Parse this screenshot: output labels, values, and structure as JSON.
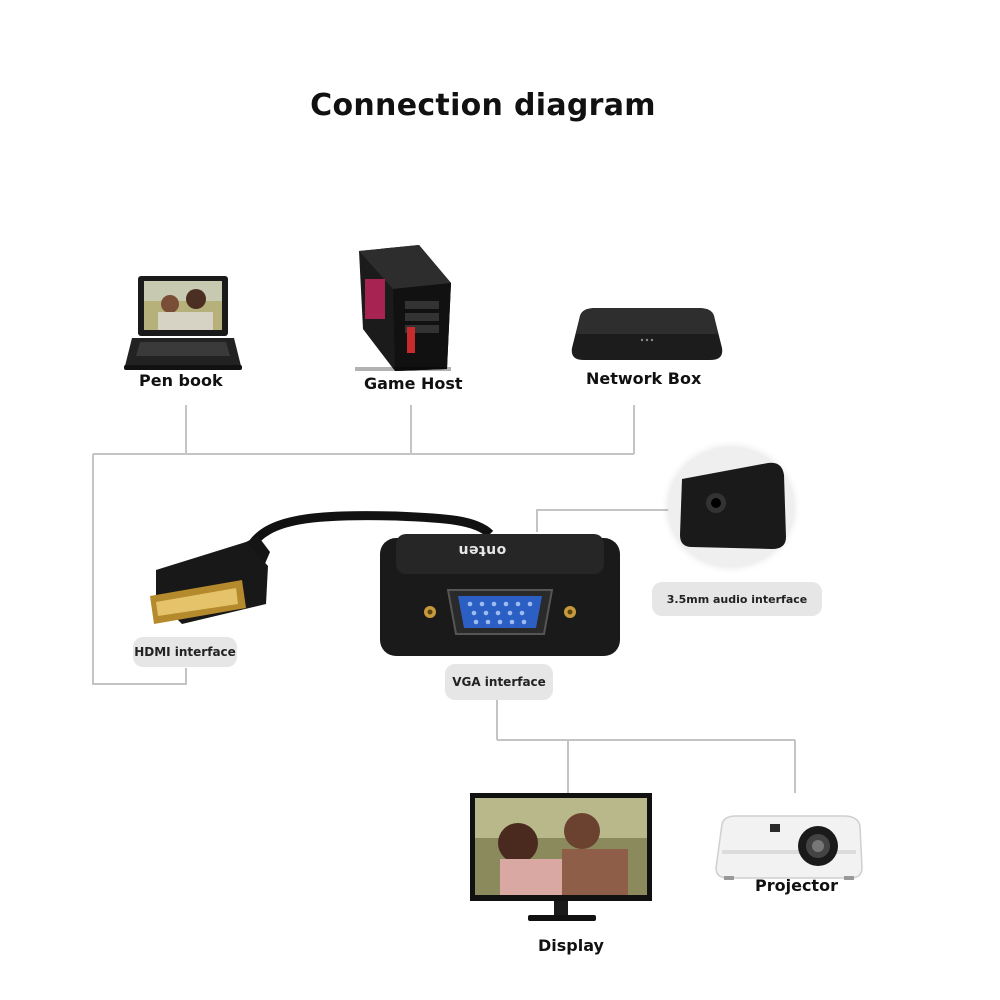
{
  "title": "Connection diagram",
  "sources": {
    "laptop": "Pen book",
    "pc": "Game Host",
    "box": "Network Box"
  },
  "adapter": {
    "brand": "onten",
    "hdmi_label": "HDMI interface",
    "vga_label": "VGA interface",
    "audio_label": "3.5mm audio interface"
  },
  "outputs": {
    "display": "Display",
    "projector": "Projector"
  }
}
